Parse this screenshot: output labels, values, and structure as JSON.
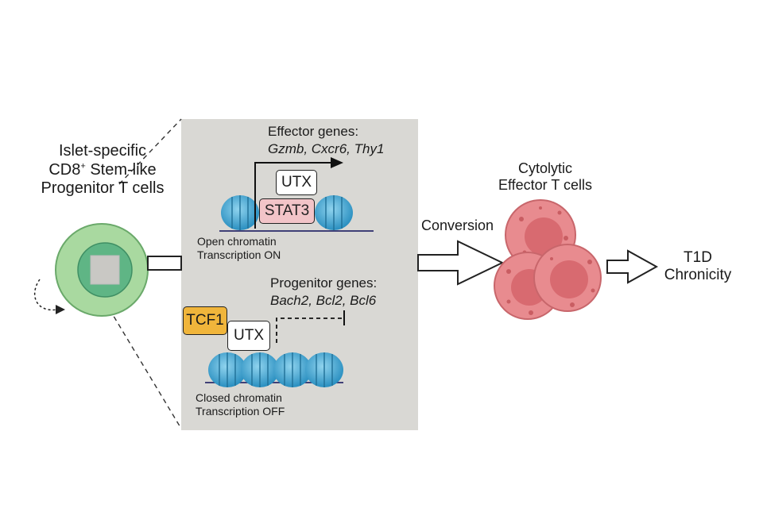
{
  "left_cell": {
    "line1": "Islet-specific",
    "line2_main": "CD8",
    "line2_sup": "+",
    "line2_rest": " Stem-like",
    "line3": "Progenitor T cells"
  },
  "panel": {
    "effector_title": "Effector genes:",
    "effector_genes": "Gzmb, Cxcr6, Thy1",
    "utx_top": "UTX",
    "stat3": "STAT3",
    "open_line1": "Open chromatin",
    "open_line2": "Transcription ON",
    "progenitor_title": "Progenitor genes:",
    "progenitor_genes": "Bach2, Bcl2, Bcl6",
    "tcf1": "TCF1",
    "utx_bottom": "UTX",
    "closed_line1": "Closed chromatin",
    "closed_line2": "Transcription OFF"
  },
  "conversion": "Conversion",
  "effector_cells": {
    "line1": "Cytolytic",
    "line2": "Effector T cells"
  },
  "outcome": {
    "line1": "T1D",
    "line2": "Chronicity"
  },
  "colors": {
    "panel_bg": "#d9d8d4",
    "cell_outer": "#a9d9a0",
    "cell_inner": "#5fb585",
    "nucleosome": "#3aa6cf",
    "effector_cell": "#e88b8f",
    "stat3": "#f2c4c8",
    "tcf1": "#f0b53b"
  }
}
